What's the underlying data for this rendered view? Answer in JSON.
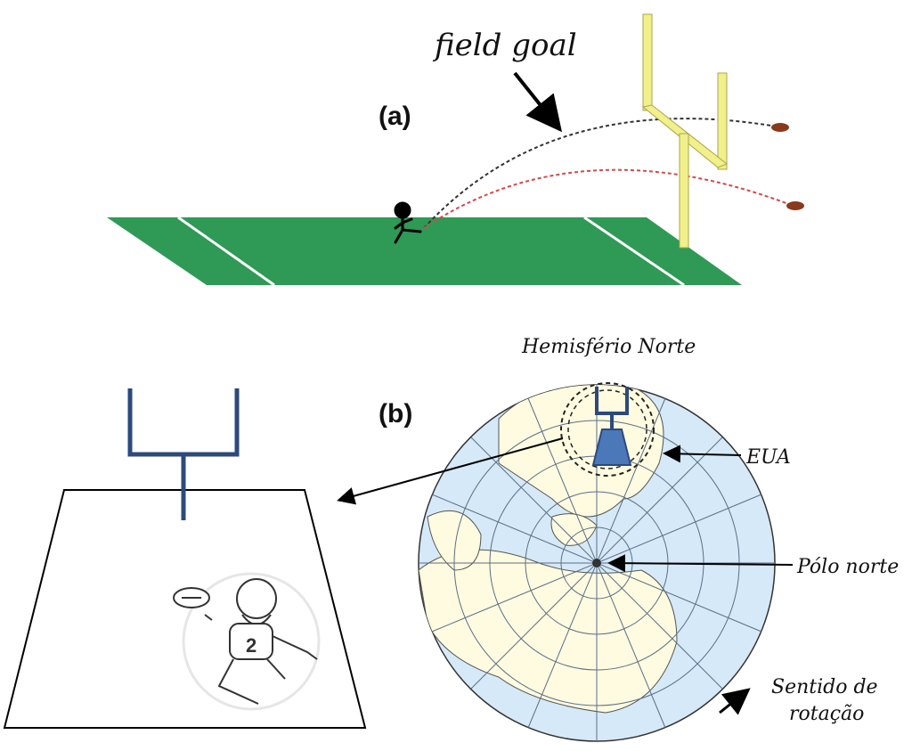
{
  "panel_a": {
    "label": "(a)",
    "caption": "field goal",
    "colors": {
      "field": "#2e9a55",
      "goalpost": "#f2f08a",
      "trajectory_high": "#333333",
      "trajectory_low": "#d24a4a",
      "ball": "#8a3a1c"
    }
  },
  "panel_b": {
    "label": "(b)",
    "title": "Hemisfério Norte",
    "label_usa": "EUA",
    "label_pole": "Pólo norte",
    "rotation_line1": "Sentido de",
    "rotation_line2": "rotação",
    "colors": {
      "ocean": "#d6e9f8",
      "land": "#fffbe0",
      "goalpost": "#2c4a7c",
      "field": "#4a78b8"
    }
  }
}
